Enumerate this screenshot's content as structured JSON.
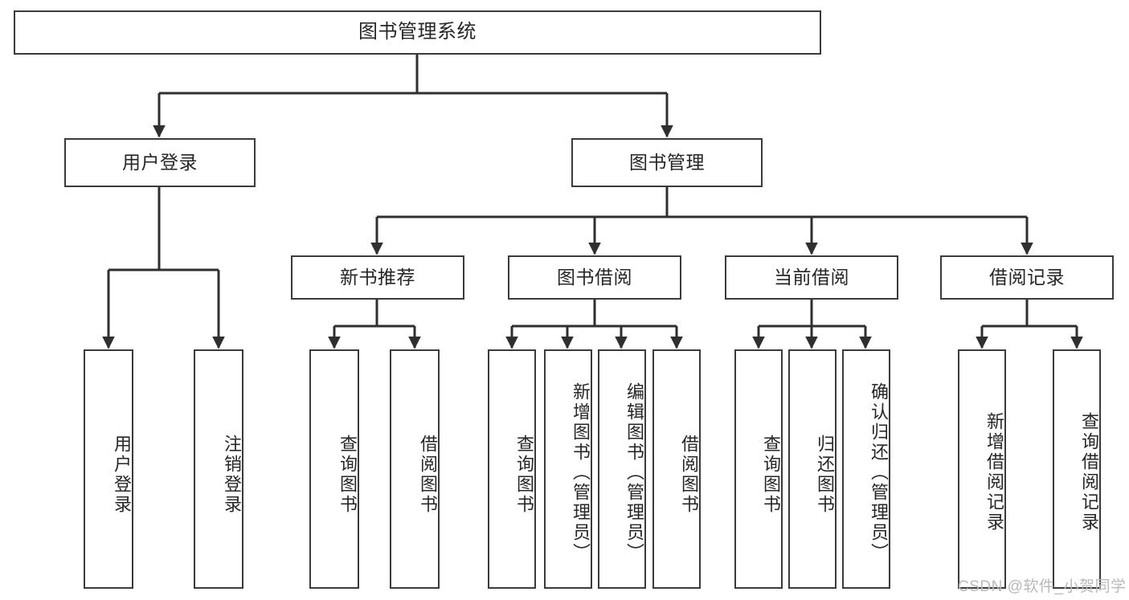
{
  "diagram": {
    "type": "tree-hierarchy",
    "title": "图书管理系统",
    "theme": {
      "background": "#ffffff",
      "box_border": "#3b3b3b",
      "box_fill": "#ffffff",
      "text": "#262626",
      "connector": "#2f2f2f",
      "watermark": "#b9b9b9"
    },
    "root": {
      "id": "root",
      "label": "图书管理系统",
      "orientation": "horizontal"
    },
    "level1": [
      {
        "id": "user-login",
        "label": "用户登录",
        "orientation": "horizontal"
      },
      {
        "id": "book-manage",
        "label": "图书管理",
        "orientation": "horizontal"
      }
    ],
    "level2": [
      {
        "id": "new-book-recommend",
        "label": "新书推荐",
        "orientation": "horizontal",
        "parent": "book-manage"
      },
      {
        "id": "book-borrow",
        "label": "图书借阅",
        "orientation": "horizontal",
        "parent": "book-manage"
      },
      {
        "id": "current-borrow",
        "label": "当前借阅",
        "orientation": "horizontal",
        "parent": "book-manage"
      },
      {
        "id": "borrow-record",
        "label": "借阅记录",
        "orientation": "horizontal",
        "parent": "book-manage"
      }
    ],
    "leaves": [
      {
        "id": "leaf-user-login",
        "label": "用户登录",
        "parent": "user-login",
        "orientation": "vertical"
      },
      {
        "id": "leaf-user-logout",
        "label": "注销登录",
        "parent": "user-login",
        "orientation": "vertical"
      },
      {
        "id": "leaf-query-book-1",
        "label": "查询图书",
        "parent": "new-book-recommend",
        "orientation": "vertical"
      },
      {
        "id": "leaf-borrow-book-1",
        "label": "借阅图书",
        "parent": "new-book-recommend",
        "orientation": "vertical"
      },
      {
        "id": "leaf-query-book-2",
        "label": "查询图书",
        "parent": "book-borrow",
        "orientation": "vertical"
      },
      {
        "id": "leaf-add-book",
        "label": "新增图书（管理员）",
        "parent": "book-borrow",
        "orientation": "vertical"
      },
      {
        "id": "leaf-edit-book",
        "label": "编辑图书（管理员）",
        "parent": "book-borrow",
        "orientation": "vertical"
      },
      {
        "id": "leaf-borrow-book-2",
        "label": "借阅图书",
        "parent": "book-borrow",
        "orientation": "vertical"
      },
      {
        "id": "leaf-query-book-3",
        "label": "查询图书",
        "parent": "current-borrow",
        "orientation": "vertical"
      },
      {
        "id": "leaf-return-book",
        "label": "归还图书",
        "parent": "current-borrow",
        "orientation": "vertical"
      },
      {
        "id": "leaf-confirm-return",
        "label": "确认归还（管理员）",
        "parent": "current-borrow",
        "orientation": "vertical"
      },
      {
        "id": "leaf-add-record",
        "label": "新增借阅记录",
        "parent": "borrow-record",
        "orientation": "vertical"
      },
      {
        "id": "leaf-query-record",
        "label": "查询借阅记录",
        "parent": "borrow-record",
        "orientation": "vertical"
      }
    ],
    "watermark": "CSDN @软件_小贺同学"
  }
}
